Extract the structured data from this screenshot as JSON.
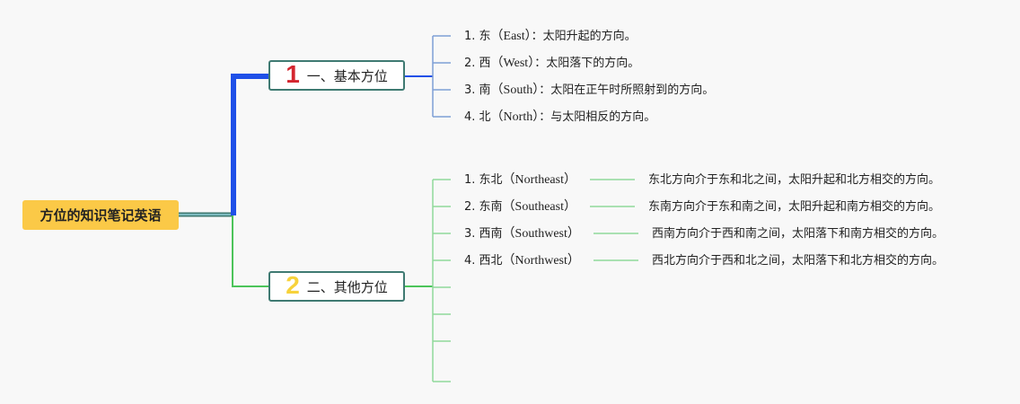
{
  "root": {
    "label": "方位的知识笔记英语"
  },
  "colors": {
    "root_bg": "#fbc947",
    "branch1_line": "#1f50e8",
    "branch2_line": "#4cc45a",
    "leaf1_line": "#7e9fd6",
    "leaf2_line": "#8fd99a",
    "num1": "#d4262f",
    "num2": "#f7d23b"
  },
  "branches": [
    {
      "num": "1",
      "label": "一、基本方位",
      "items": [
        {
          "prefix": "1. 东",
          "en": "（East）",
          "desc": "：太阳升起的方向。"
        },
        {
          "prefix": "2. 西",
          "en": "（West）",
          "desc": "：太阳落下的方向。"
        },
        {
          "prefix": "3. 南",
          "en": "（South）",
          "desc": "：太阳在正午时所照射到的方向。"
        },
        {
          "prefix": "4. 北",
          "en": "（North）",
          "desc": "：与太阳相反的方向。"
        }
      ]
    },
    {
      "num": "2",
      "label": "二、其他方位",
      "items": [
        {
          "prefix": "1. 东北",
          "en": "（Northeast）",
          "desc": "东北方向介于东和北之间，太阳升起和北方相交的方向。"
        },
        {
          "prefix": "2. 东南",
          "en": "（Southeast）",
          "desc": "东南方向介于东和南之间，太阳升起和南方相交的方向。"
        },
        {
          "prefix": "3. 西南",
          "en": "（Southwest）",
          "desc": "西南方向介于西和南之间，太阳落下和南方相交的方向。"
        },
        {
          "prefix": "4. 西北",
          "en": "（Northwest）",
          "desc": "西北方向介于西和北之间，太阳落下和北方相交的方向。"
        }
      ]
    }
  ]
}
